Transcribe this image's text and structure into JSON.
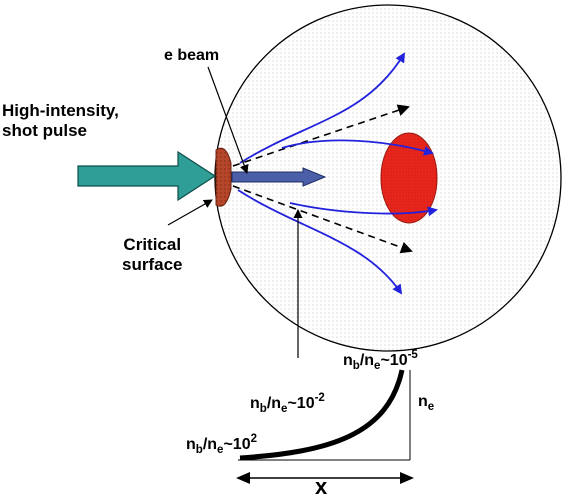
{
  "labels": {
    "pulse_line1": "High-intensity,",
    "pulse_line2": "shot pulse",
    "e_beam": "e beam",
    "critical_line1": "Critical",
    "critical_line2": "surface",
    "ne": "n",
    "ne_sub": "e",
    "x_axis": "x"
  },
  "density_ratios": [
    {
      "nb": "n",
      "nb_sub": "b",
      "slash": "/n",
      "ne_sub": "e",
      "approx": "~10",
      "exponent": "-5"
    },
    {
      "nb": "n",
      "nb_sub": "b",
      "slash": "/n",
      "ne_sub": "e",
      "approx": "~10",
      "exponent": "-2"
    },
    {
      "nb": "n",
      "nb_sub": "b",
      "slash": "/n",
      "ne_sub": "e",
      "approx": "~10",
      "exponent": "2"
    }
  ],
  "colors": {
    "sphere_stroke": "#000000",
    "laser_arrow": "#2e9e96",
    "critical_surface": "#b5462a",
    "target": "#e8261c",
    "fast_electrons": "#2222dd",
    "beam": "#4b5fa8",
    "dashed_rays": "#000000"
  }
}
